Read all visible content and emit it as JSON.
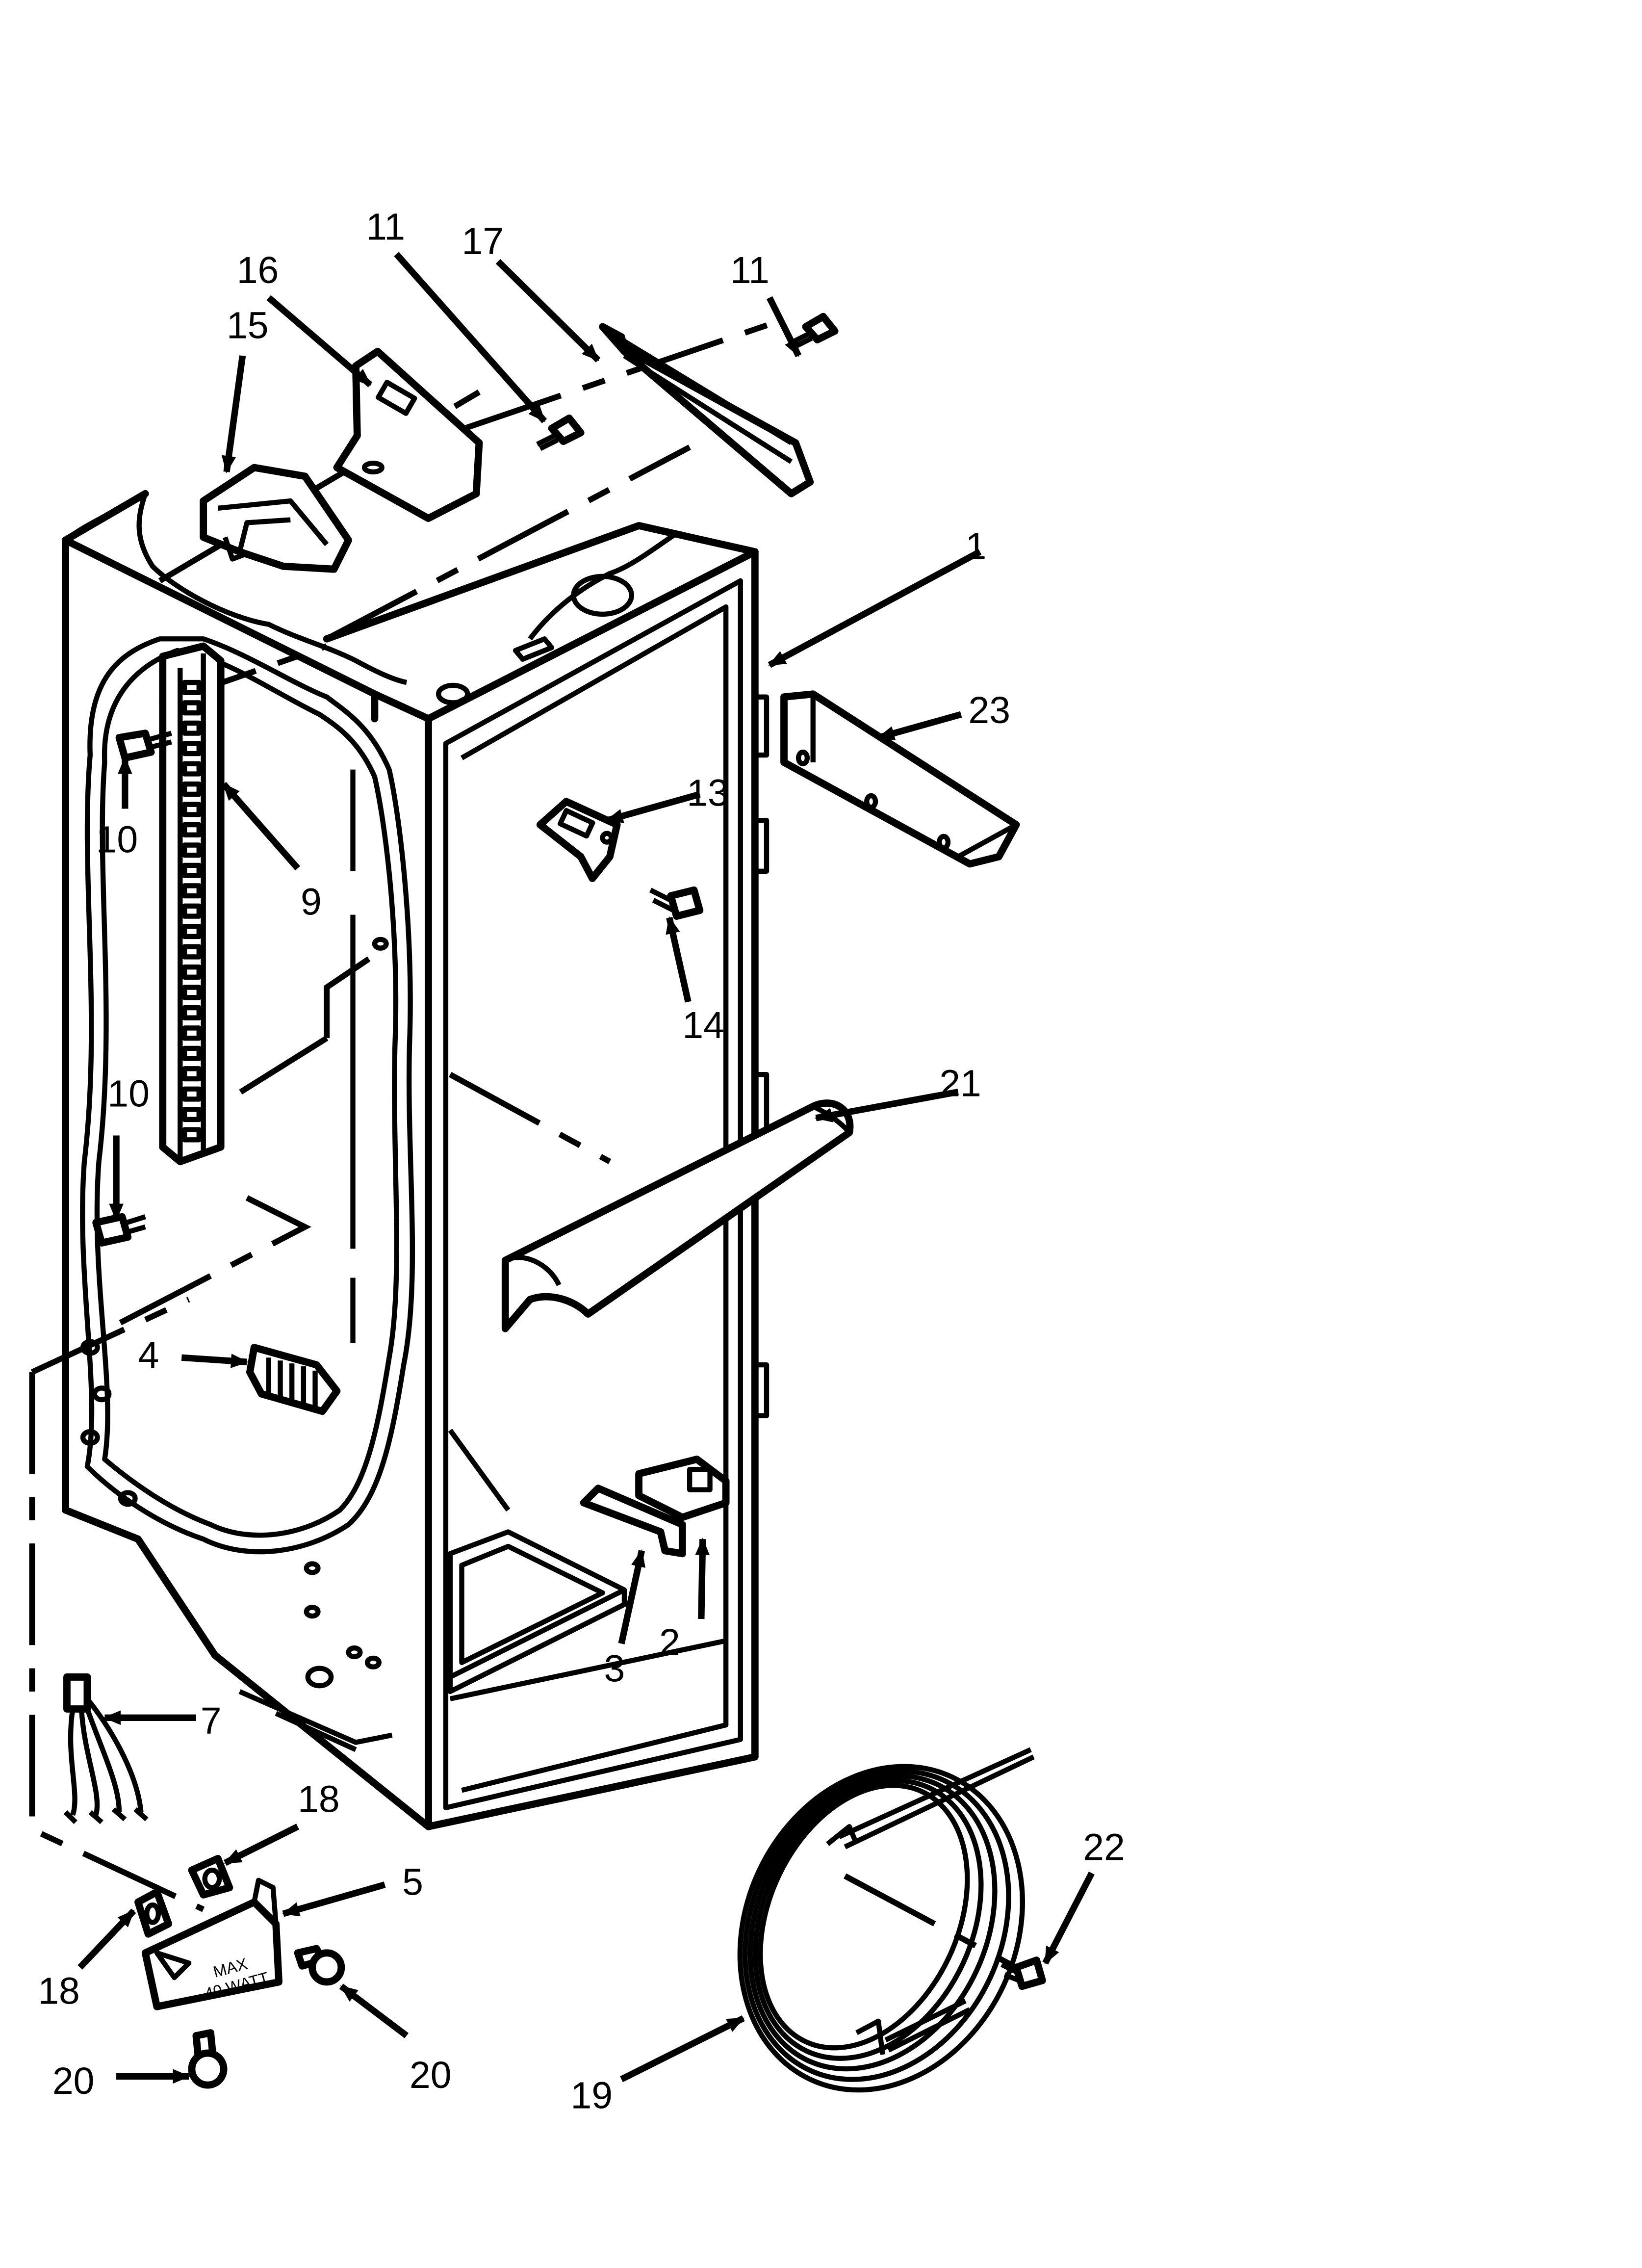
{
  "diagram": {
    "part_numbers": [
      "1",
      "2",
      "3",
      "4",
      "5",
      "7",
      "9",
      "10",
      "10",
      "11",
      "11",
      "13",
      "14",
      "15",
      "16",
      "17",
      "18",
      "18",
      "19",
      "20",
      "20",
      "21",
      "22",
      "23"
    ],
    "printed_text": {
      "lamp_max": "MAX",
      "lamp_watt": "40 WATT"
    },
    "colors": {
      "line": "#000000",
      "background": "#ffffff",
      "shade": "#d6d6d6"
    }
  }
}
